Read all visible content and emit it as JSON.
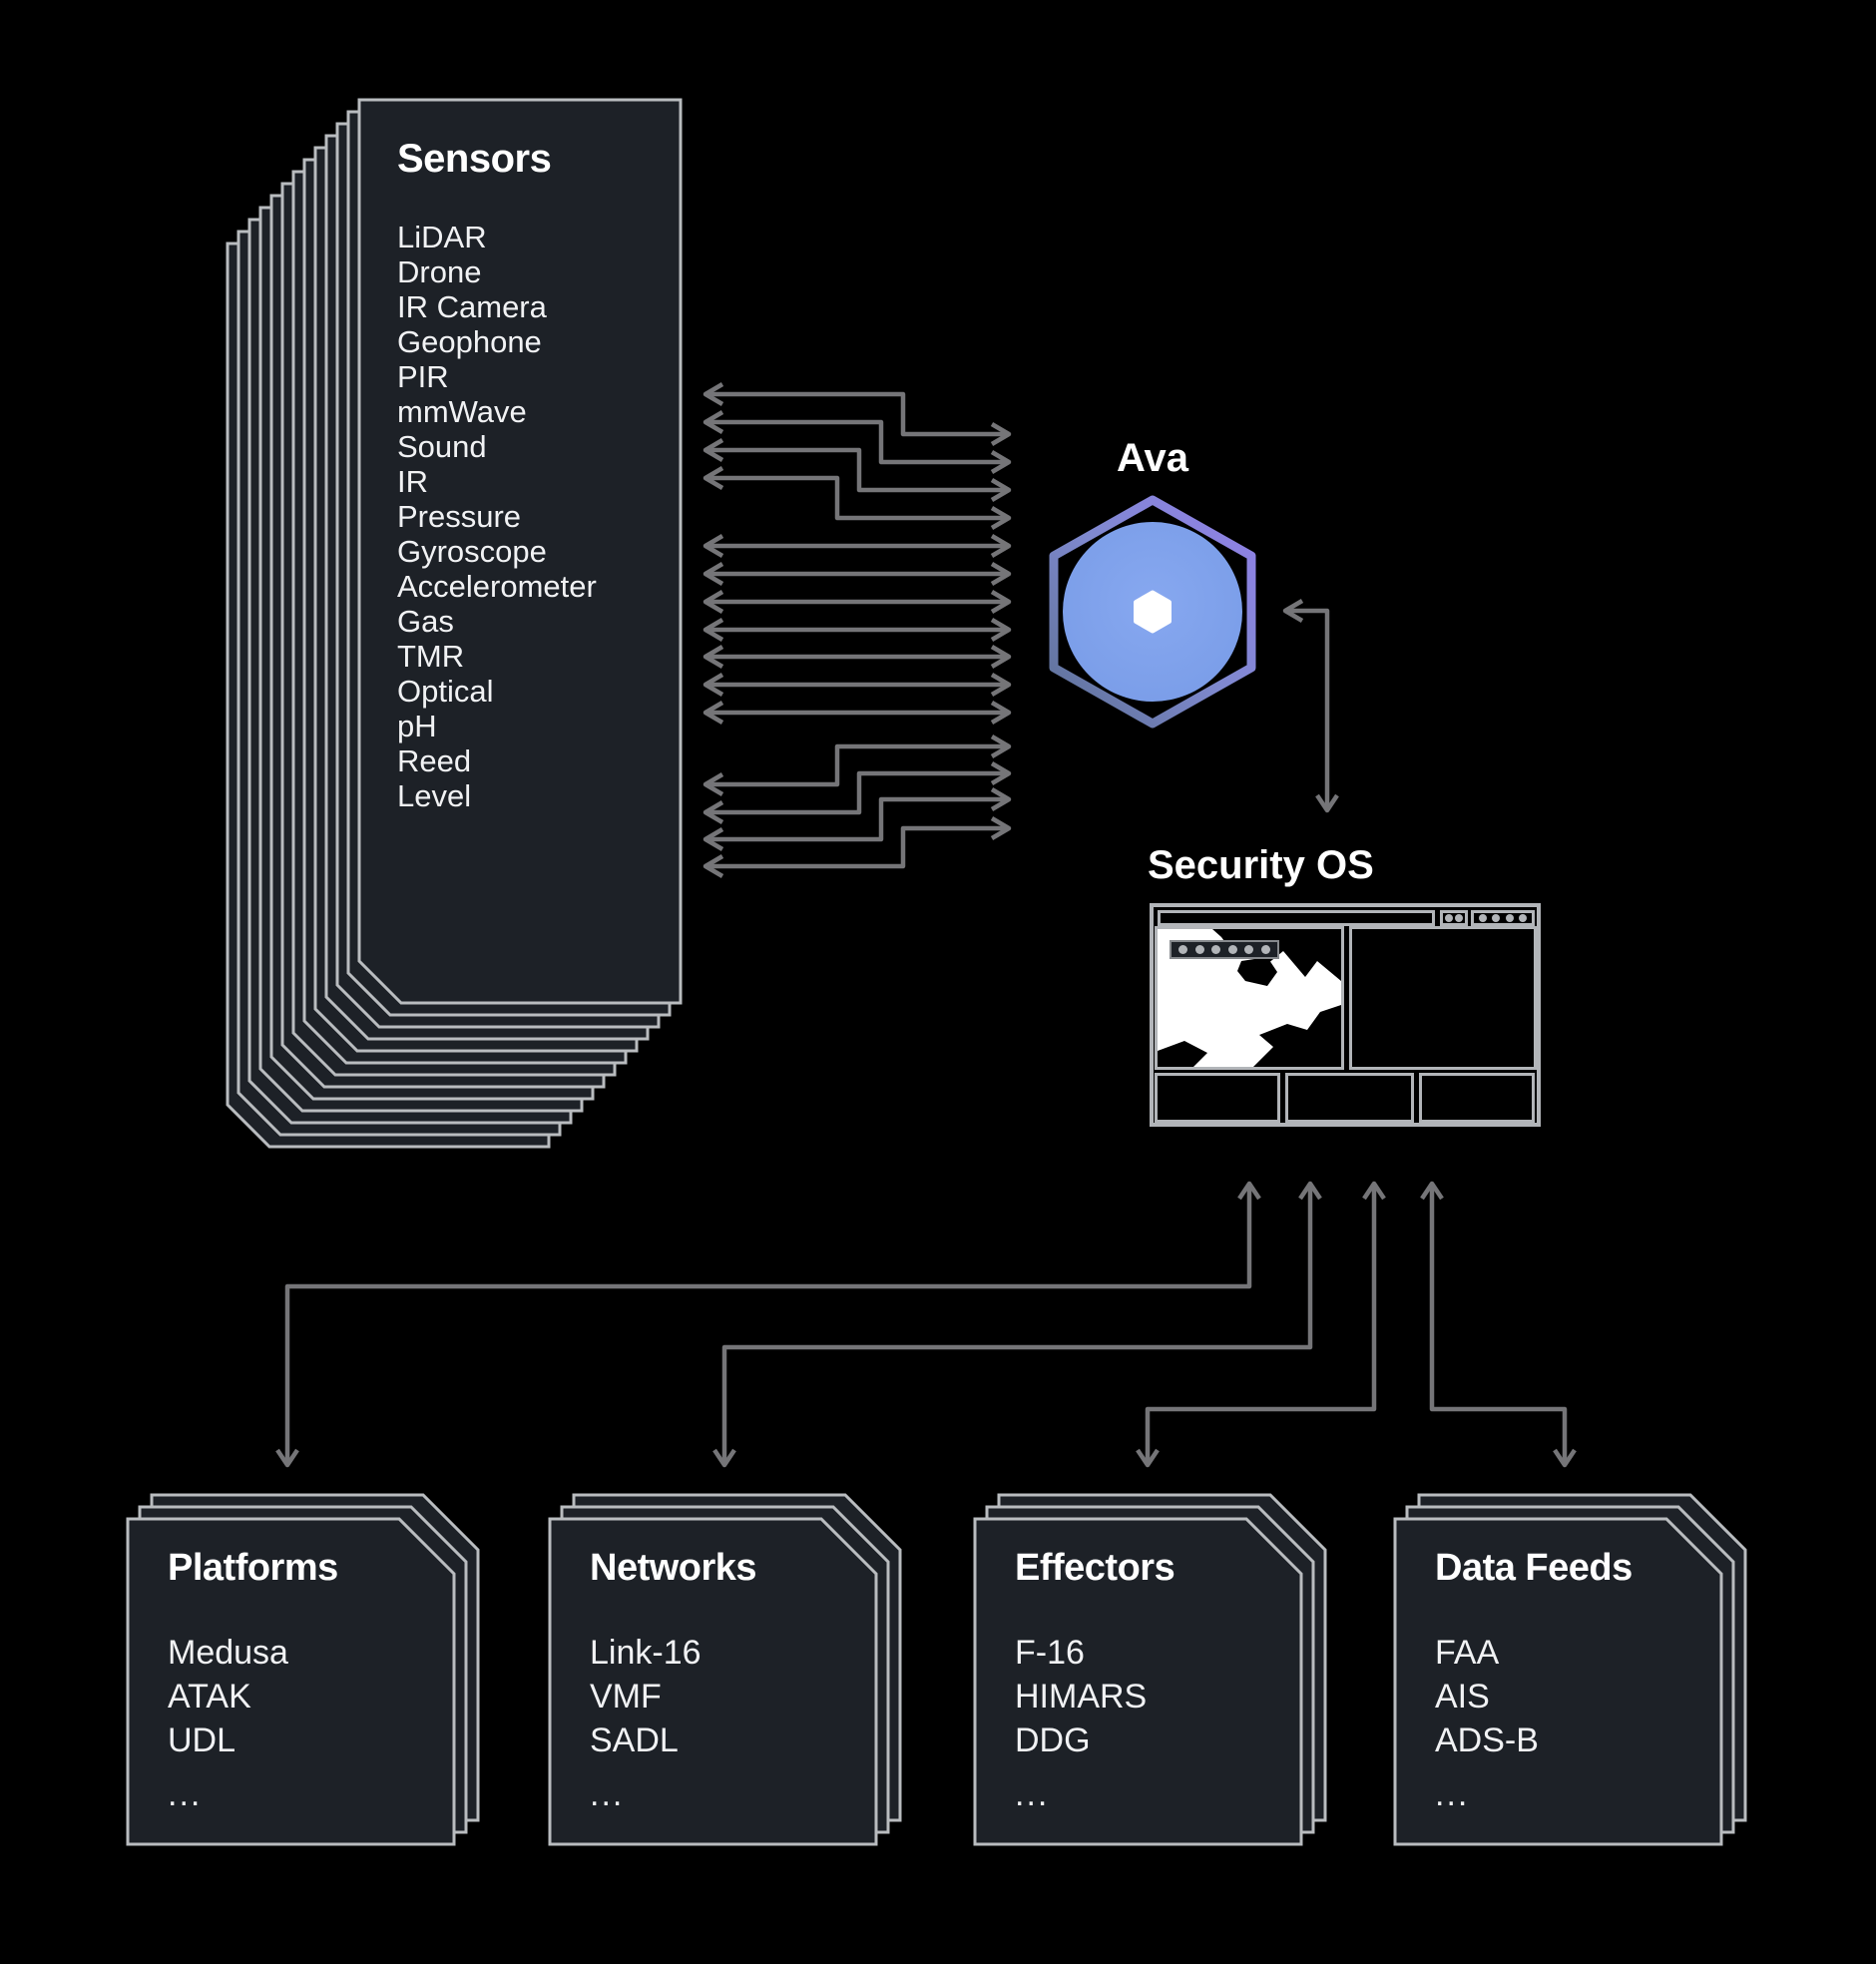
{
  "sensors_card": {
    "title": "Sensors",
    "items": [
      "LiDAR",
      "Drone",
      "IR Camera",
      "Geophone",
      "PIR",
      "mmWave",
      "Sound",
      "IR",
      "Pressure",
      "Gyroscope",
      "Accelerometer",
      "Gas",
      "TMR",
      "Optical",
      "pH",
      "Reed",
      "Level"
    ]
  },
  "ava": {
    "label": "Ava",
    "core_icon": "hexagon-icon"
  },
  "security_os": {
    "label": "Security OS",
    "titlebar_control_groups": [
      2,
      4
    ],
    "map_toolbar_dot_count": 6
  },
  "bottom_cards": [
    {
      "title": "Platforms",
      "items": [
        "Medusa",
        "ATAK",
        "UDL"
      ],
      "more": "..."
    },
    {
      "title": "Networks",
      "items": [
        "Link-16",
        "VMF",
        "SADL"
      ],
      "more": "..."
    },
    {
      "title": "Effectors",
      "items": [
        "F-16",
        "HIMARS",
        "DDG"
      ],
      "more": "..."
    },
    {
      "title": "Data Feeds",
      "items": [
        "FAA",
        "AIS",
        "ADS-B"
      ],
      "more": "..."
    }
  ],
  "colors": {
    "background": "#000000",
    "card_fill": "#1d2127",
    "card_border": "#b9bcbf",
    "arrow": "#757578",
    "title_text": "#ffffff",
    "list_text": "#f1f2f4",
    "window_border": "#b2b5b9",
    "map_white": "#ffffff",
    "ava_circle": "#7ea3ec",
    "hex_gradient_start": "#5c7094",
    "hex_gradient_mid": "#7f89cf",
    "hex_gradient_end": "#9180e8"
  }
}
